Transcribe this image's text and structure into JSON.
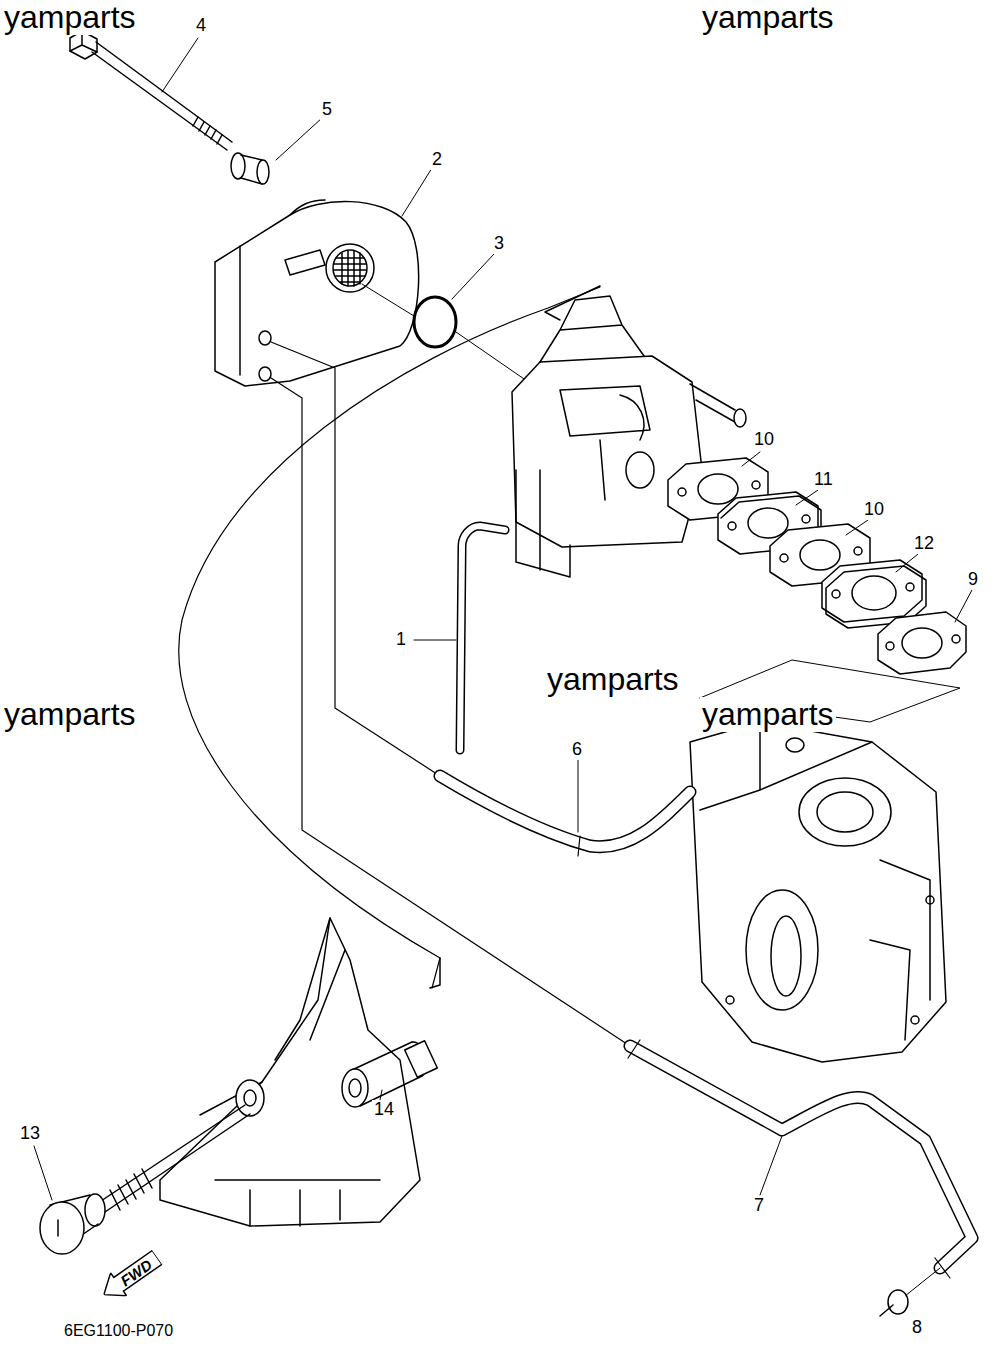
{
  "diagram": {
    "nodes": [
      {
        "text": [
          "FWD"
        ]
      }
    ],
    "labels": [
      "yamparts",
      "yamparts",
      "4",
      "5",
      "2",
      "3",
      "10",
      "11",
      "10",
      "12",
      "9",
      "1",
      "yamparts",
      "yamparts",
      "yamparts",
      "6",
      "14",
      "13",
      "7",
      "6EG1100-P070",
      "8"
    ]
  }
}
